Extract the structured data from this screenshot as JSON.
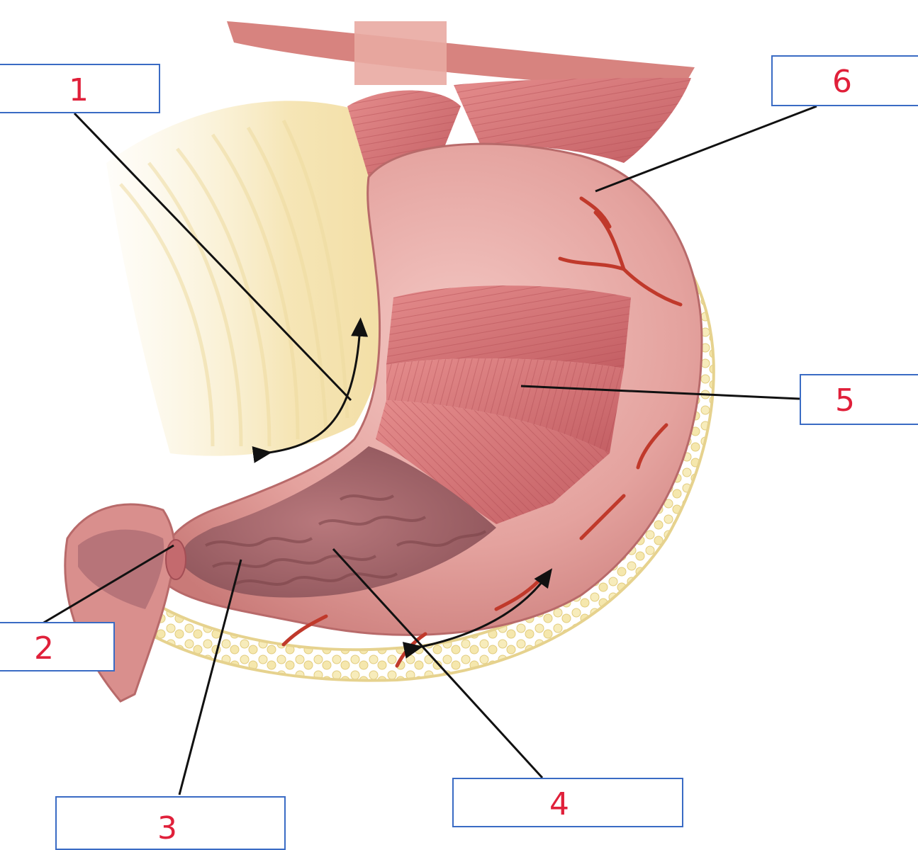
{
  "diagram": {
    "labels": [
      {
        "id": "1",
        "text": "1"
      },
      {
        "id": "2",
        "text": "2"
      },
      {
        "id": "3",
        "text": "3"
      },
      {
        "id": "4",
        "text": "4"
      },
      {
        "id": "5",
        "text": "5"
      },
      {
        "id": "6",
        "text": "6"
      }
    ],
    "colors": {
      "box_border": "#3a6bc4",
      "label_text": "#e0203a",
      "leader_line": "#111111",
      "muscle": "#d9797a",
      "mucosa": "#a8676b",
      "fat": "#f2e3a0",
      "vessel": "#c0392b",
      "serosa": "#e8aaa6"
    }
  }
}
